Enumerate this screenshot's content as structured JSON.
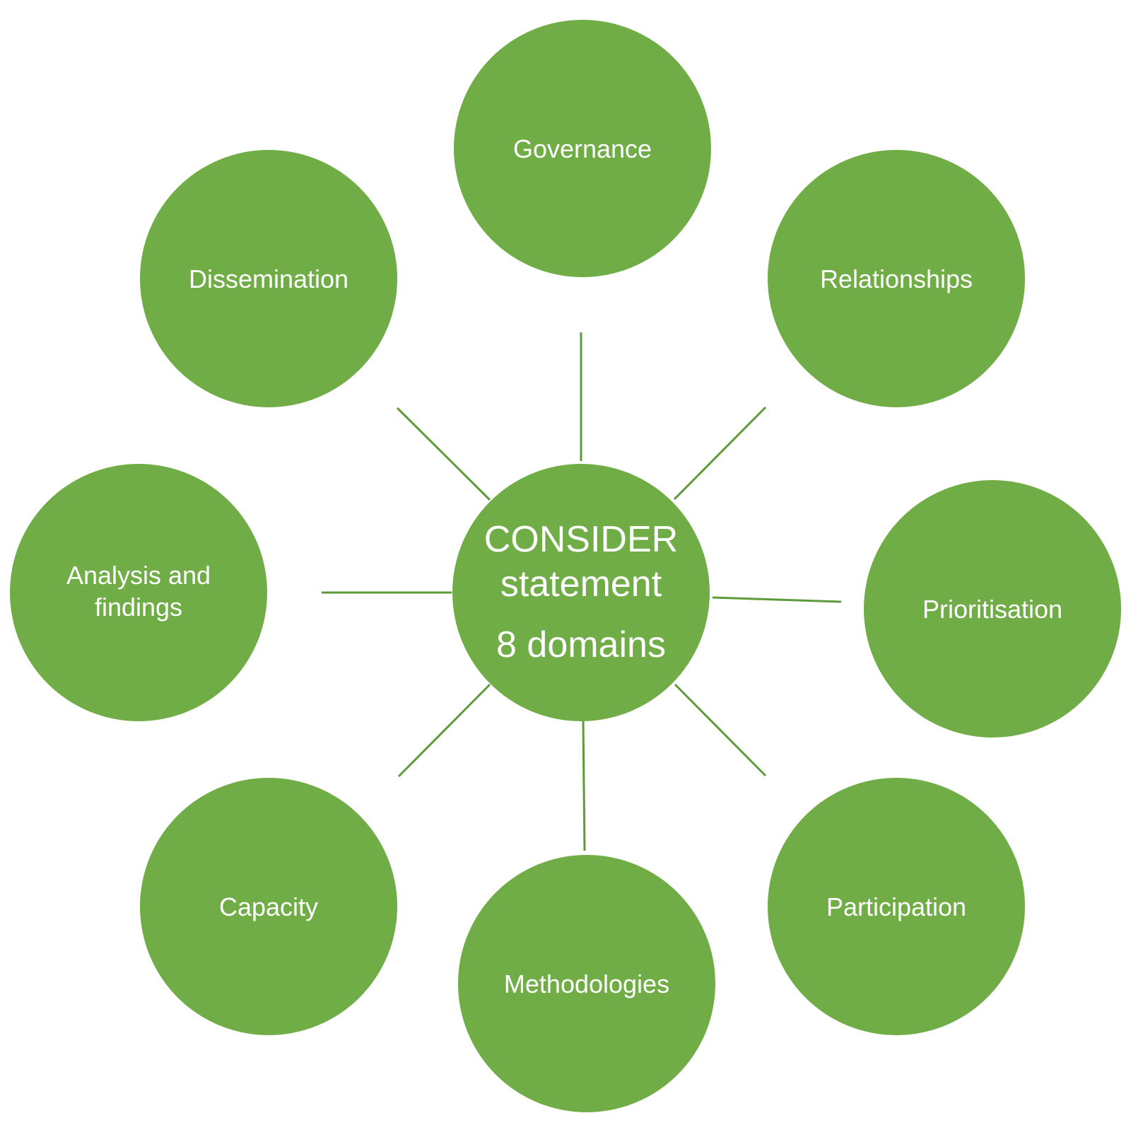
{
  "colors": {
    "node_fill": "#70AD47",
    "connector": "#5E9A3A",
    "text": "#FFFFFF",
    "background": "#FFFFFF"
  },
  "center": {
    "title": "CONSIDER statement",
    "subtitle": "8 domains"
  },
  "domains": {
    "governance": "Governance",
    "relationships": "Relationships",
    "prioritisation": "Prioritisation",
    "participation": "Participation",
    "methodologies": "Methodologies",
    "capacity": "Capacity",
    "analysis": "Analysis and findings",
    "dissemination": "Dissemination"
  }
}
